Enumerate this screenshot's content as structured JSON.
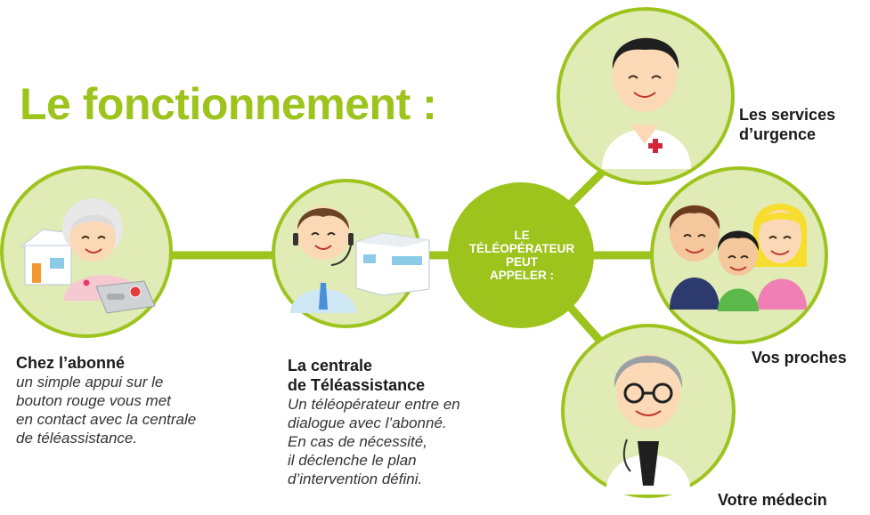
{
  "title": "Le fonctionnement :",
  "abonne": {
    "title": "Chez l’abonné",
    "lines": [
      "un simple appui sur le",
      "bouton rouge vous met",
      "en contact avec la centrale",
      "de téléassistance."
    ]
  },
  "centrale": {
    "title_lines": [
      "La centrale",
      "de Téléassistance"
    ],
    "lines": [
      "Un téléopérateur entre en",
      "dialogue avec l’abonné.",
      "En cas de nécessité,",
      "il déclenche le plan",
      "d’intervention défini."
    ]
  },
  "hub": {
    "lines": [
      "LE",
      "TÉLÉOPÉRATEUR",
      "PEUT",
      "APPELER :"
    ]
  },
  "targets": {
    "urgence": [
      "Les services",
      "d’urgence"
    ],
    "proches": "Vos proches",
    "medecin": "Votre médecin"
  },
  "colors": {
    "accent": "#9dc31d",
    "circle_fill": "#e0ebb5",
    "circle_stroke": "#9dc31d"
  }
}
